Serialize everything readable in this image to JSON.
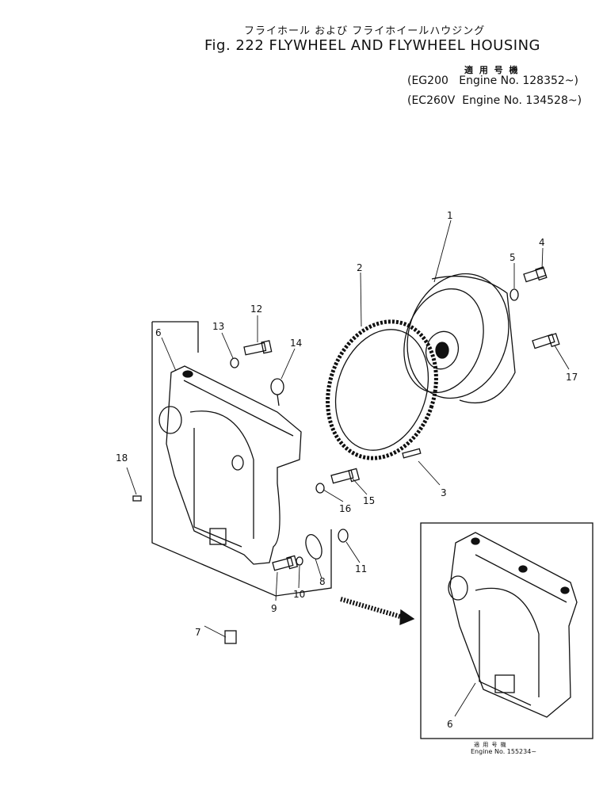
{
  "header": {
    "title_jp": "フライホール および フライホイールハウジング",
    "title_en": "Fig. 222 FLYWHEEL AND FLYWHEEL HOUSING",
    "applicability_jp": "適 用 号 機",
    "applicability": [
      "(EG200   Engine No. 128352~)",
      "(EC260V  Engine No. 134528~)"
    ]
  },
  "inset": {
    "applicability_jp": "適 用 号 機",
    "engine_no": "Engine No. 155234~"
  },
  "callouts": [
    "1",
    "2",
    "3",
    "4",
    "5",
    "6",
    "7",
    "8",
    "9",
    "10",
    "11",
    "12",
    "13",
    "14",
    "15",
    "16",
    "17",
    "18",
    "6"
  ]
}
